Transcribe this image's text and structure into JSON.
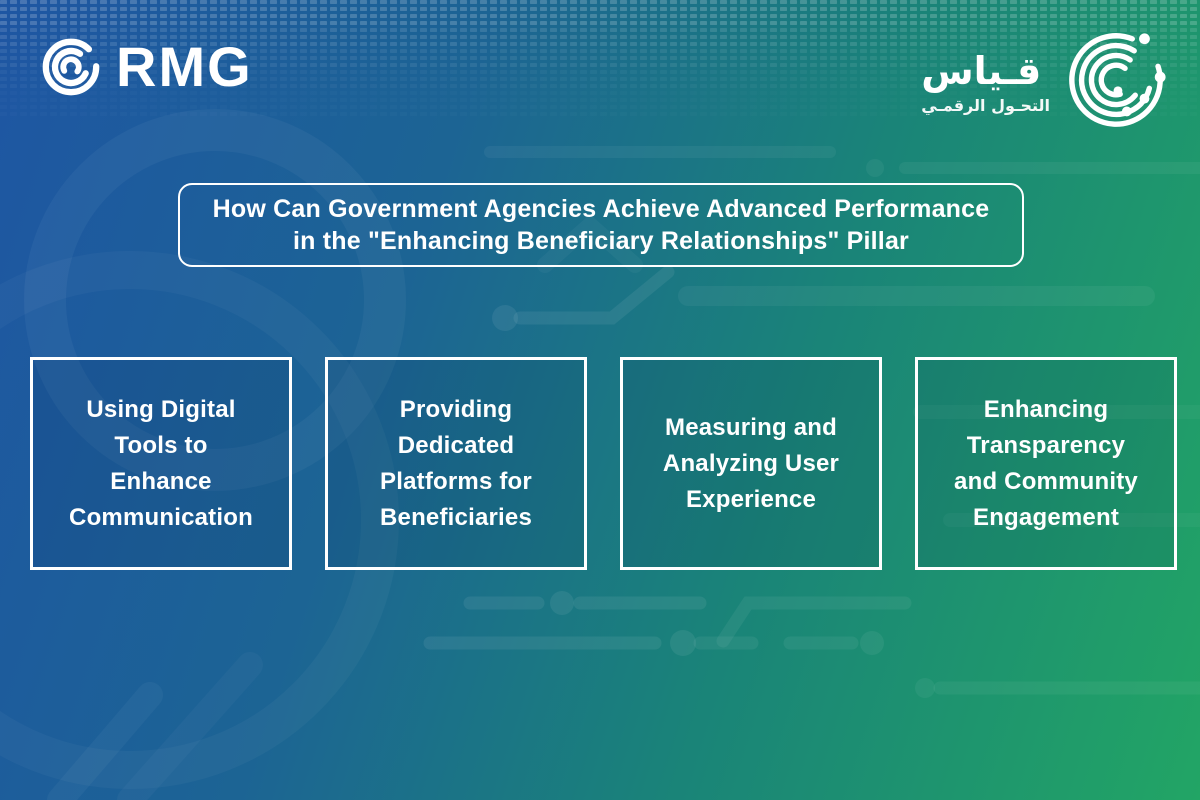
{
  "brand": {
    "rmg_wordmark": "RMG",
    "qiyas_wordmark": "قـياس",
    "qiyas_tagline": "التحـول الرقمـي"
  },
  "title": {
    "line1": "How Can Government Agencies Achieve Advanced Performance",
    "line2": "in the \"Enhancing Beneficiary Relationships\" Pillar"
  },
  "cards": [
    {
      "label": "Using Digital\nTools to\nEnhance\nCommunication"
    },
    {
      "label": "Providing\nDedicated\nPlatforms for\nBeneficiaries"
    },
    {
      "label": "Measuring and\nAnalyzing User\nExperience"
    },
    {
      "label": "Enhancing\nTransparency\nand Community\nEngagement"
    }
  ],
  "colors": {
    "gradient_start": "#1e56a3",
    "gradient_mid_blue": "#1c6494",
    "gradient_teal": "#1a8478",
    "gradient_end": "#22a565",
    "text": "#ffffff"
  }
}
